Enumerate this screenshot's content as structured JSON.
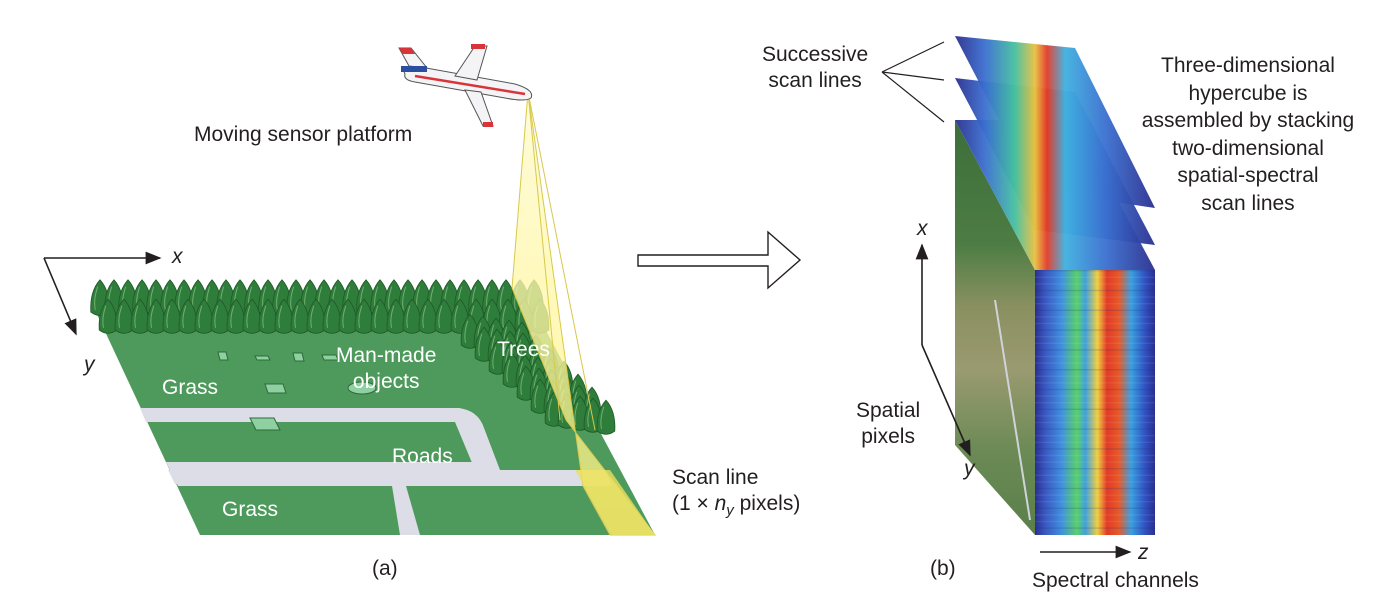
{
  "panel_a": {
    "caption": "(a)",
    "platform_label": "Moving sensor platform",
    "axis_x": "x",
    "axis_y": "y",
    "grass_label_1": "Grass",
    "grass_label_2": "Grass",
    "manmade_line1": "Man-made",
    "manmade_line2": "objects",
    "trees_label": "Trees",
    "roads_label": "Roads",
    "scanline_line1": "Scan line",
    "scanline_line2_pre": "(1 × ",
    "scanline_n": "n",
    "scanline_sub": "y",
    "scanline_line2_post": " pixels)"
  },
  "panel_b": {
    "caption": "(b)",
    "successive_line1": "Successive",
    "successive_line2": "scan lines",
    "desc_lines": [
      "Three-dimensional",
      "hypercube is",
      "assembled by stacking",
      "two-dimensional",
      "spatial-spectral",
      "scan lines"
    ],
    "axis_x": "x",
    "axis_y": "y",
    "axis_z": "z",
    "spatial_line1": "Spatial",
    "spatial_line2": "pixels",
    "spectral_label": "Spectral channels"
  },
  "colors": {
    "grass": "#4e9a5c",
    "road": "#dcdde6",
    "tree": "#2f7d3a",
    "beam": "#fff27a",
    "spectral_low": "#2b3aa0",
    "spectral_mid": "#41b36a",
    "spectral_high": "#e0302a"
  }
}
